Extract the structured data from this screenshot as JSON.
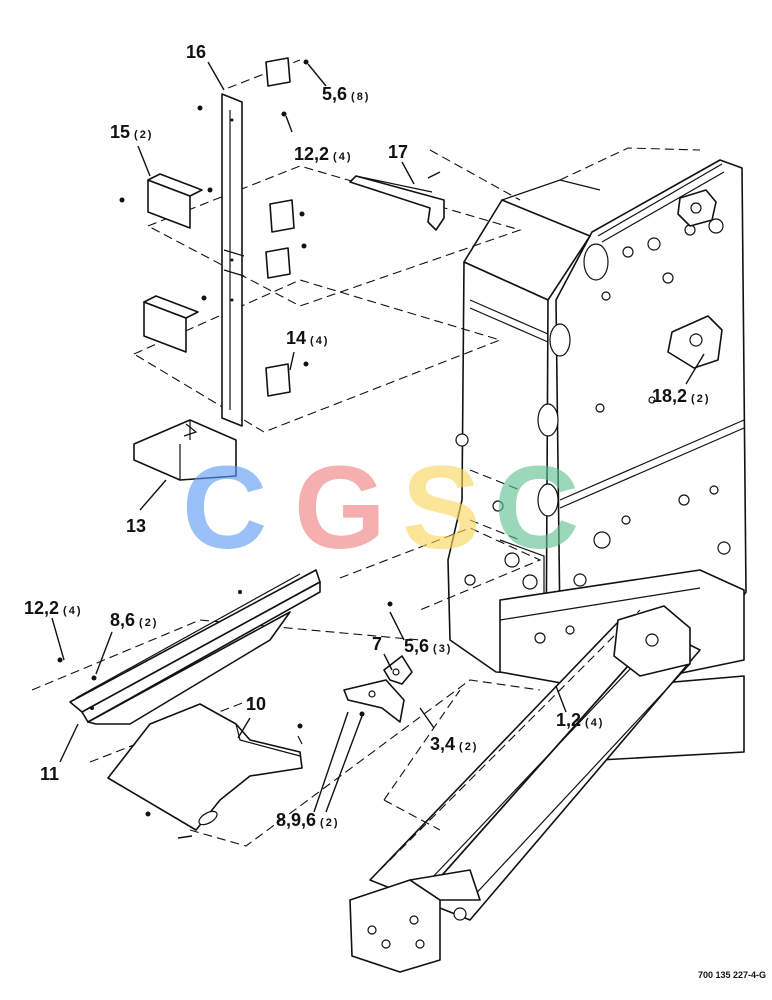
{
  "diagram": {
    "callouts": [
      {
        "id": "c16",
        "label": "16",
        "qty": ""
      },
      {
        "id": "c56a",
        "label": "5,6",
        "qty": "(8)"
      },
      {
        "id": "c15",
        "label": "15",
        "qty": "(2)"
      },
      {
        "id": "c122a",
        "label": "12,2",
        "qty": "(4)"
      },
      {
        "id": "c17",
        "label": "17",
        "qty": ""
      },
      {
        "id": "c14",
        "label": "14",
        "qty": "(4)"
      },
      {
        "id": "c182",
        "label": "18,2",
        "qty": "(2)"
      },
      {
        "id": "c13",
        "label": "13",
        "qty": ""
      },
      {
        "id": "c122b",
        "label": "12,2",
        "qty": "(4)"
      },
      {
        "id": "c86",
        "label": "8,6",
        "qty": "(2)"
      },
      {
        "id": "c56b",
        "label": "5,6",
        "qty": "(3)"
      },
      {
        "id": "c7",
        "label": "7",
        "qty": ""
      },
      {
        "id": "c10",
        "label": "10",
        "qty": ""
      },
      {
        "id": "c12",
        "label": "1,2",
        "qty": "(4)"
      },
      {
        "id": "c34",
        "label": "3,4",
        "qty": "(2)"
      },
      {
        "id": "c11",
        "label": "11",
        "qty": ""
      },
      {
        "id": "c896",
        "label": "8,9,6",
        "qty": "(2)"
      }
    ],
    "drawing_number": "700 135 227-4-G",
    "watermark": {
      "letters": [
        "C",
        "G",
        "S",
        "C"
      ],
      "colors": [
        "#5b9cf5",
        "#f07f7f",
        "#f9d65a",
        "#5fbf8f"
      ]
    }
  }
}
